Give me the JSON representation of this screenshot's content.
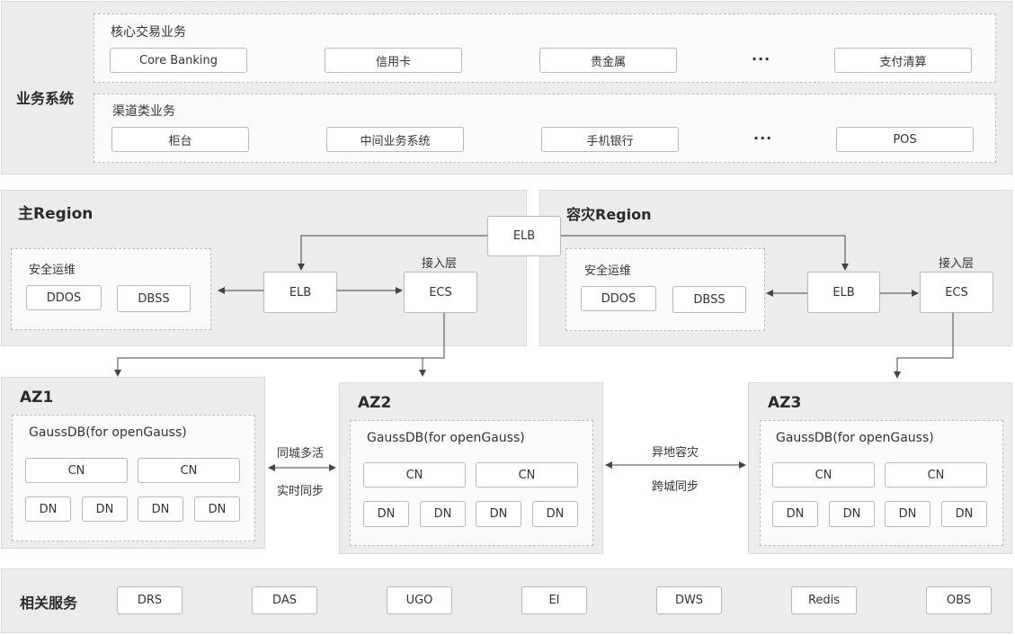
{
  "business": {
    "title": "业务系统",
    "core": {
      "title": "核心交易业务",
      "items": [
        "Core Banking",
        "信用卡",
        "贵金属",
        "支付清算"
      ],
      "ellipsis": "···"
    },
    "channel": {
      "title": "渠道类业务",
      "items": [
        "柜台",
        "中间业务系统",
        "手机银行",
        "POS"
      ],
      "ellipsis": "···"
    }
  },
  "main_region": {
    "title": "主Region",
    "security_title": "安全运维",
    "security_items": [
      "DDOS",
      "DBSS"
    ],
    "elb": "ELB",
    "access_title": "接入层",
    "ecs": "ECS"
  },
  "dr_region": {
    "title": "容灾Region",
    "security_title": "安全运维",
    "security_items": [
      "DDOS",
      "DBSS"
    ],
    "elb": "ELB",
    "access_title": "接入层",
    "ecs": "ECS"
  },
  "top_elb": "ELB",
  "az1": {
    "title": "AZ1",
    "db": "GaussDB(for openGauss)",
    "cn": [
      "CN",
      "CN"
    ],
    "dn": [
      "DN",
      "DN",
      "DN",
      "DN"
    ]
  },
  "az2": {
    "title": "AZ2",
    "db": "GaussDB(for openGauss)",
    "cn": [
      "CN",
      "CN"
    ],
    "dn": [
      "DN",
      "DN",
      "DN",
      "DN"
    ]
  },
  "az3": {
    "title": "AZ3",
    "db": "GaussDB(for openGauss)",
    "cn": [
      "CN",
      "CN"
    ],
    "dn": [
      "DN",
      "DN",
      "DN",
      "DN"
    ]
  },
  "sync_local": {
    "line1": "同城多活",
    "line2": "实时同步"
  },
  "sync_remote": {
    "line1": "异地容灾",
    "line2": "跨城同步"
  },
  "services": {
    "title": "相关服务",
    "items": [
      "DRS",
      "DAS",
      "UGO",
      "EI",
      "DWS",
      "Redis",
      "OBS"
    ]
  },
  "colors": {
    "panel": "#ececec",
    "line": "#444444"
  }
}
